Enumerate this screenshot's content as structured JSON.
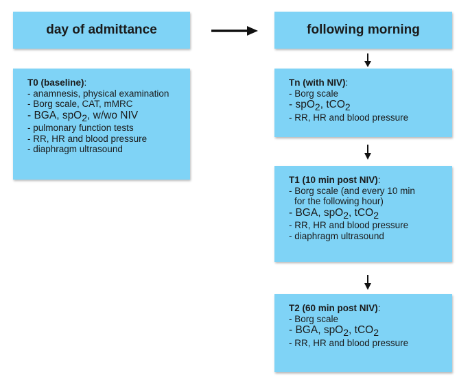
{
  "left_header": {
    "label": "day of admittance"
  },
  "right_header": {
    "label": "following morning"
  },
  "t0": {
    "title": "T0 (baseline)",
    "title_tail": ":",
    "lines": [
      "- anamnesis, physical examination",
      "- Borg scale, CAT, mMRC",
      {
        "a": "- BGA, spO",
        "sub": "2",
        "b": ", w/wo NIV"
      },
      "- pulmonary function tests",
      "- RR, HR and blood pressure",
      "- diaphragm ultrasound"
    ]
  },
  "tn": {
    "title": "Tn (with NIV)",
    "title_tail": ":",
    "lines": [
      "- Borg scale",
      {
        "a": "- spO",
        "sub": "2",
        "b": ", tCO",
        "sub2": "2"
      },
      "- RR, HR and blood pressure"
    ]
  },
  "t1": {
    "title": "T1 (10 min post NIV)",
    "title_tail": ":",
    "lines": [
      "- Borg scale (and every 10 min",
      "for the following hour)",
      {
        "a": "- BGA, spO",
        "sub": "2",
        "b": ", tCO",
        "sub2": "2"
      },
      "- RR, HR and blood pressure",
      "- diaphragm ultrasound"
    ]
  },
  "t2": {
    "title": "T2 (60 min post NIV)",
    "title_tail": ":",
    "lines": [
      "- Borg scale",
      {
        "a": "- BGA, spO",
        "sub": "2",
        "b": ", tCO",
        "sub2": "2"
      },
      "- RR, HR and blood pressure"
    ]
  },
  "colors": {
    "box_fill": "#7fd3f6",
    "arrow": "#111111",
    "text": "#1a1a1a"
  }
}
